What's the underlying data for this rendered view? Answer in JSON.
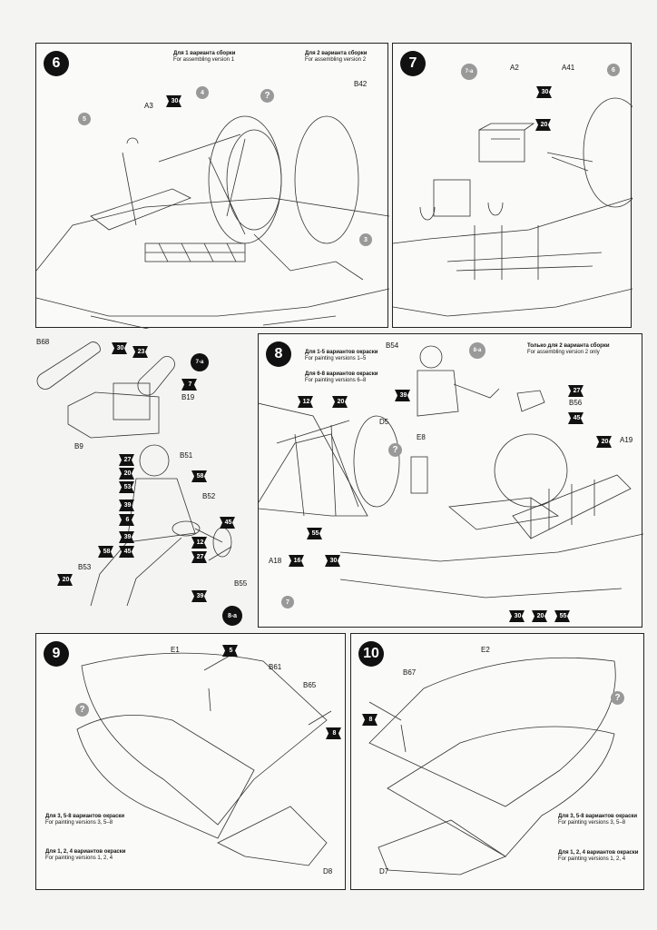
{
  "step6": {
    "number": "6",
    "note_v1": {
      "ru": "Для 1 варианта сборки",
      "en": "For assembling version 1"
    },
    "note_v2": {
      "ru": "Для 2 варианта сборки",
      "en": "For assembling version 2"
    },
    "labels": {
      "a3": "A3",
      "b42": "B42"
    },
    "paints": [
      "30"
    ],
    "refs": {
      "r4": "4",
      "r5": "5",
      "r3": "3"
    },
    "q": "?"
  },
  "step7": {
    "number": "7",
    "labels": {
      "a2": "A2",
      "a41": "A41"
    },
    "paints": [
      "30",
      "20"
    ],
    "refs": {
      "r7a": "7-a",
      "r6": "6"
    }
  },
  "sub7a": {
    "labels": {
      "b68": "B68",
      "b19": "B19",
      "b9": "B9"
    },
    "paints": [
      "30",
      "23",
      "7"
    ],
    "ref": "7-a"
  },
  "sub8a": {
    "labels": {
      "b51": "B51",
      "b52": "B52",
      "b53": "B53",
      "b55": "B55"
    },
    "paints": [
      "27",
      "20",
      "53",
      "58",
      "39",
      "6",
      "45",
      "39",
      "12",
      "58",
      "45",
      "27",
      "20",
      "39"
    ],
    "ref": "8-a"
  },
  "step8": {
    "number": "8",
    "note_paint15": {
      "ru": "Для 1-5 вариантов окраски",
      "en": "For painting versions 1–5"
    },
    "note_paint68": {
      "ru": "Для 6-8 вариантов окраски",
      "en": "For painting versions 6–8"
    },
    "note_only2": {
      "ru": "Только для 2 варианта сборки",
      "en": "For assembling version 2 only"
    },
    "labels": {
      "b54": "B54",
      "d5": "D5",
      "e8": "E8",
      "b56": "B56",
      "a19": "A19",
      "a18": "A18"
    },
    "paints": [
      "12",
      "20",
      "39",
      "27",
      "45",
      "20",
      "55",
      "16",
      "30",
      "30",
      "20",
      "55"
    ],
    "refs": {
      "r8a": "8-a",
      "r7": "7"
    },
    "q": "?"
  },
  "step9": {
    "number": "9",
    "labels": {
      "e1": "E1",
      "b61": "B61",
      "b65": "B65",
      "d8": "D8"
    },
    "paints": [
      "5",
      "8"
    ],
    "note_paint358": {
      "ru": "Для 3, 5-8 вариантов окраски",
      "en": "For painting versions 3, 5–8"
    },
    "note_paint124": {
      "ru": "Для 1, 2, 4 вариантов окраски",
      "en": "For painting versions 1, 2, 4"
    },
    "q": "?"
  },
  "step10": {
    "number": "10",
    "labels": {
      "e2": "E2",
      "b67": "B67",
      "d7": "D7"
    },
    "paints": [
      "8"
    ],
    "note_paint358": {
      "ru": "Для 3, 5-8 вариантов окраски",
      "en": "For painting versions 3, 5–8"
    },
    "note_paint124": {
      "ru": "Для 1, 2, 4 вариантов окраски",
      "en": "For painting versions 1, 2, 4"
    },
    "q": "?"
  }
}
